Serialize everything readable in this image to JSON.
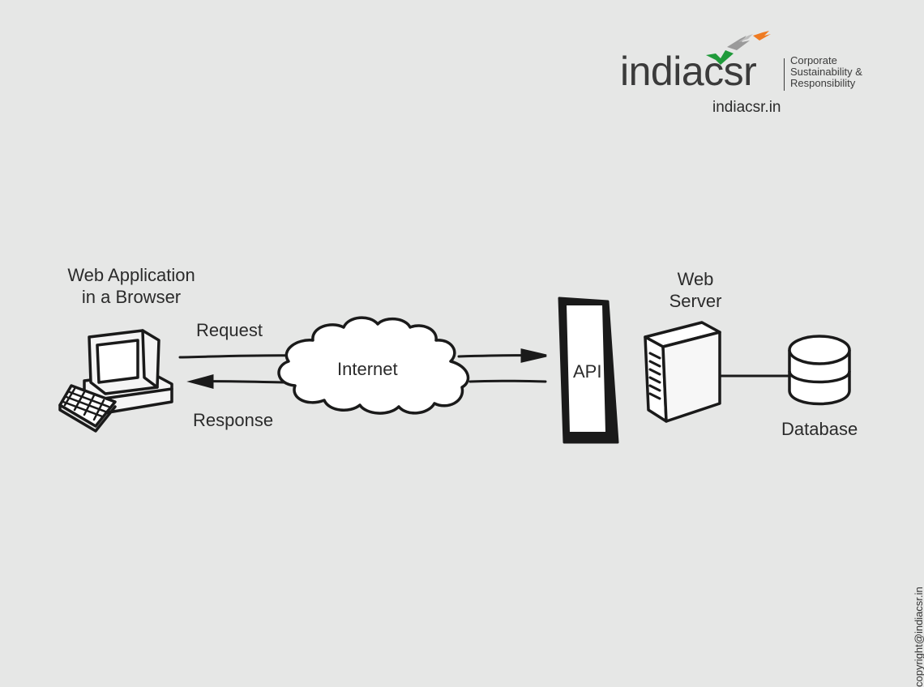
{
  "logo": {
    "wordmark": "indiacsr",
    "tagline": [
      "Corporate",
      "Sustainability &",
      "Responsibility"
    ],
    "url": "indiacsr.in",
    "bird_colors": [
      "#9a9a9a",
      "#ef7b22",
      "#1f9a3a"
    ]
  },
  "diagram": {
    "client_label": [
      "Web Application",
      "in a Browser"
    ],
    "request_label": "Request",
    "response_label": "Response",
    "internet_label": "Internet",
    "api_label": "API",
    "server_label": [
      "Web",
      "Server"
    ],
    "database_label": "Database"
  },
  "copyright": "copyright@indiacsr.in",
  "colors": {
    "background": "#e6e7e6",
    "ink": "#1a1a1a"
  }
}
